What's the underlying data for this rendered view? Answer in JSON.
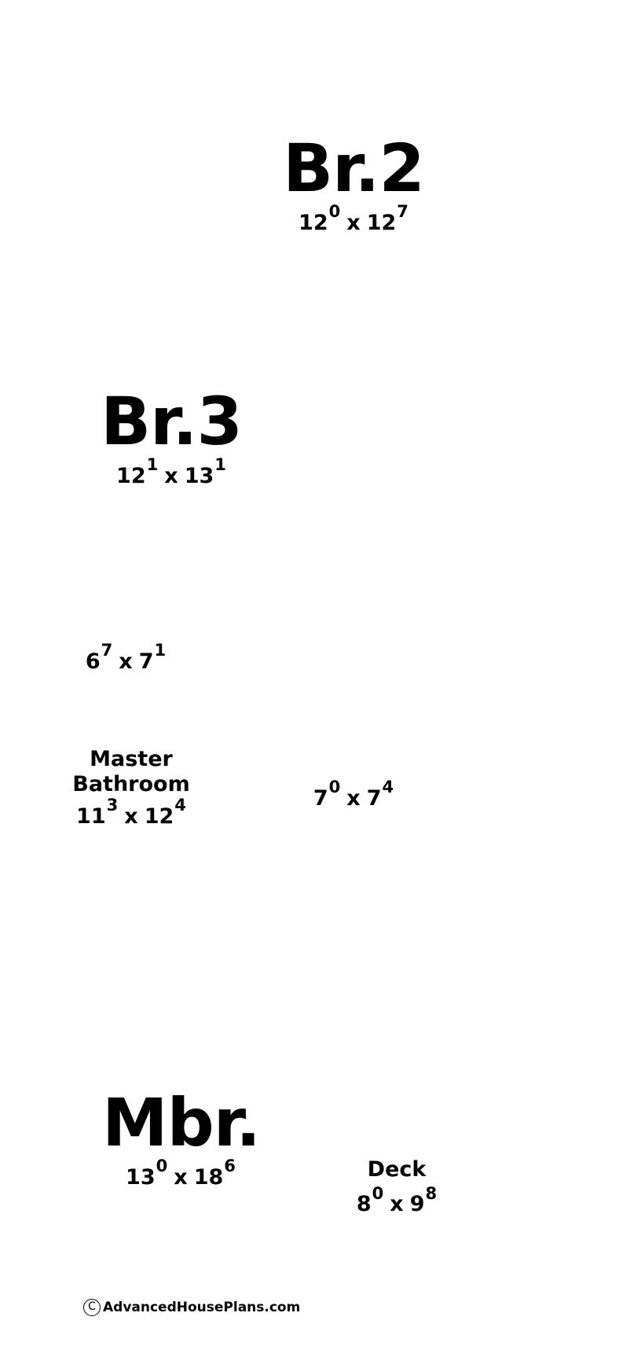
{
  "rooms": {
    "br2": {
      "name": "Br.2",
      "w": "12",
      "w_in": "0",
      "l": "12",
      "l_in": "7"
    },
    "br3": {
      "name": "Br.3",
      "w": "12",
      "w_in": "1",
      "l": "13",
      "l_in": "1"
    },
    "closet": {
      "w": "6",
      "w_in": "7",
      "l": "7",
      "l_in": "1"
    },
    "master_bath": {
      "name_line1": "Master",
      "name_line2": "Bathroom",
      "w": "11",
      "w_in": "3",
      "l": "12",
      "l_in": "4"
    },
    "walkin": {
      "w": "7",
      "w_in": "0",
      "l": "7",
      "l_in": "4"
    },
    "mbr": {
      "name": "Mbr.",
      "w": "13",
      "w_in": "0",
      "l": "18",
      "l_in": "6"
    },
    "deck": {
      "name": "Deck",
      "w": "8",
      "w_in": "0",
      "l": "9",
      "l_in": "8"
    }
  },
  "separator": "x",
  "copyright": {
    "symbol": "C",
    "text": "AdvancedHousePlans.com"
  }
}
